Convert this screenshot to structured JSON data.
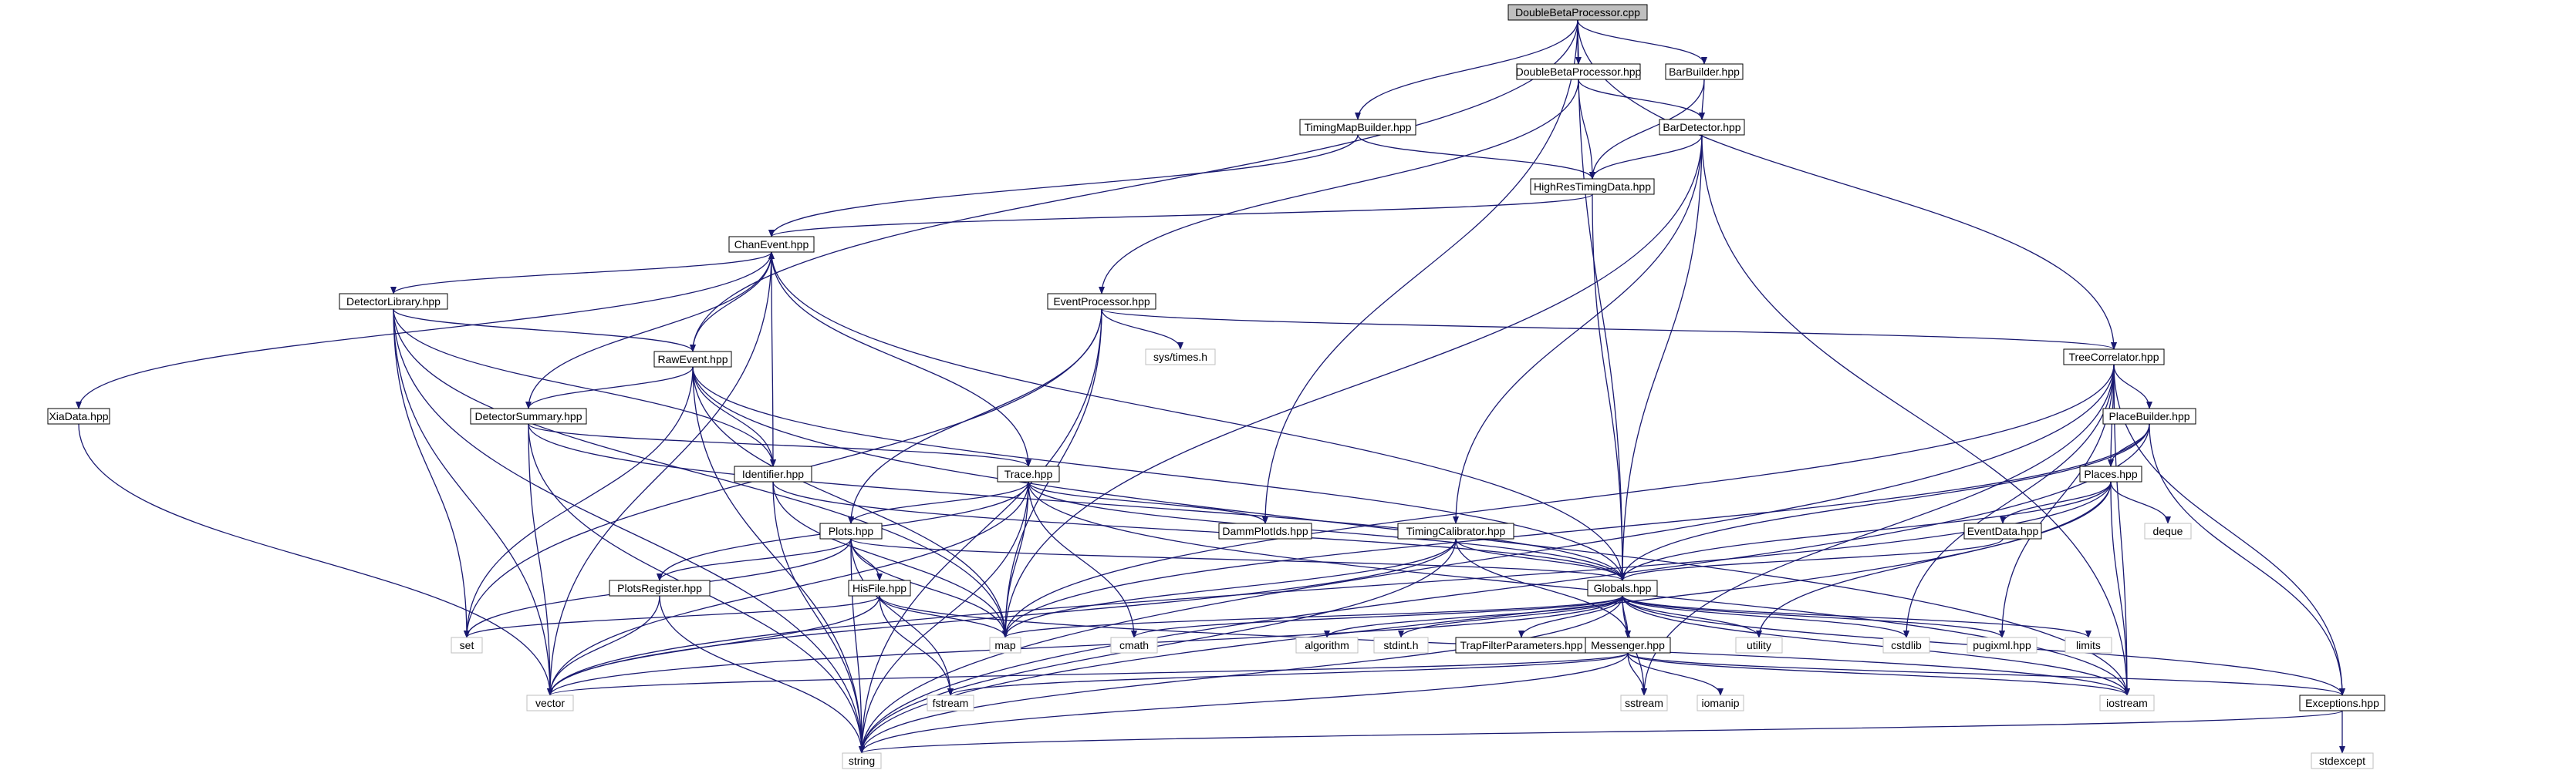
{
  "graph": {
    "root": "DoubleBetaProcessor.cpp",
    "colors": {
      "edge": "#191970",
      "node_border": "#000000",
      "ext_border": "#bfbfbf",
      "root_fill": "#bfbfbf",
      "text": "#000000",
      "ext_text": "#000000"
    },
    "nodes": [
      {
        "id": "root",
        "label": "DoubleBetaProcessor.cpp",
        "kind": "root"
      },
      {
        "id": "dbp_hpp",
        "label": "DoubleBetaProcessor.hpp",
        "kind": "file"
      },
      {
        "id": "barbuilder",
        "label": "BarBuilder.hpp",
        "kind": "file"
      },
      {
        "id": "timingmap",
        "label": "TimingMapBuilder.hpp",
        "kind": "file"
      },
      {
        "id": "bardetector",
        "label": "BarDetector.hpp",
        "kind": "file"
      },
      {
        "id": "hires",
        "label": "HighResTimingData.hpp",
        "kind": "file"
      },
      {
        "id": "chanevent",
        "label": "ChanEvent.hpp",
        "kind": "file"
      },
      {
        "id": "detlib",
        "label": "DetectorLibrary.hpp",
        "kind": "file"
      },
      {
        "id": "eventproc",
        "label": "EventProcessor.hpp",
        "kind": "file"
      },
      {
        "id": "systimes",
        "label": "sys/times.h",
        "kind": "ext"
      },
      {
        "id": "treecorr",
        "label": "TreeCorrelator.hpp",
        "kind": "file"
      },
      {
        "id": "rawevent",
        "label": "RawEvent.hpp",
        "kind": "file"
      },
      {
        "id": "xiadata",
        "label": "XiaData.hpp",
        "kind": "file"
      },
      {
        "id": "detsummary",
        "label": "DetectorSummary.hpp",
        "kind": "file"
      },
      {
        "id": "identifier",
        "label": "Identifier.hpp",
        "kind": "file"
      },
      {
        "id": "trace",
        "label": "Trace.hpp",
        "kind": "file"
      },
      {
        "id": "placebuilder",
        "label": "PlaceBuilder.hpp",
        "kind": "file"
      },
      {
        "id": "places",
        "label": "Places.hpp",
        "kind": "file"
      },
      {
        "id": "dammplotids",
        "label": "DammPlotIds.hpp",
        "kind": "file"
      },
      {
        "id": "plots",
        "label": "Plots.hpp",
        "kind": "file"
      },
      {
        "id": "timingcal",
        "label": "TimingCalibrator.hpp",
        "kind": "file"
      },
      {
        "id": "eventdata",
        "label": "EventData.hpp",
        "kind": "file"
      },
      {
        "id": "deque",
        "label": "deque",
        "kind": "ext"
      },
      {
        "id": "plotsreg",
        "label": "PlotsRegister.hpp",
        "kind": "file"
      },
      {
        "id": "hisfile",
        "label": "HisFile.hpp",
        "kind": "file"
      },
      {
        "id": "globals",
        "label": "Globals.hpp",
        "kind": "file"
      },
      {
        "id": "set",
        "label": "set",
        "kind": "ext"
      },
      {
        "id": "map",
        "label": "map",
        "kind": "ext"
      },
      {
        "id": "cmath",
        "label": "cmath",
        "kind": "ext"
      },
      {
        "id": "algorithm",
        "label": "algorithm",
        "kind": "ext"
      },
      {
        "id": "stdint",
        "label": "stdint.h",
        "kind": "ext"
      },
      {
        "id": "trapfilter",
        "label": "TrapFilterParameters.hpp",
        "kind": "file"
      },
      {
        "id": "utility",
        "label": "utility",
        "kind": "ext"
      },
      {
        "id": "cstdlib",
        "label": "cstdlib",
        "kind": "ext"
      },
      {
        "id": "pugixml",
        "label": "pugixml.hpp",
        "kind": "ext"
      },
      {
        "id": "limits",
        "label": "limits",
        "kind": "ext"
      },
      {
        "id": "messenger",
        "label": "Messenger.hpp",
        "kind": "file"
      },
      {
        "id": "vector",
        "label": "vector",
        "kind": "ext"
      },
      {
        "id": "fstream",
        "label": "fstream",
        "kind": "ext"
      },
      {
        "id": "sstream",
        "label": "sstream",
        "kind": "ext"
      },
      {
        "id": "iomanip",
        "label": "iomanip",
        "kind": "ext"
      },
      {
        "id": "iostream",
        "label": "iostream",
        "kind": "ext"
      },
      {
        "id": "exceptions",
        "label": "Exceptions.hpp",
        "kind": "file"
      },
      {
        "id": "string",
        "label": "string",
        "kind": "ext"
      },
      {
        "id": "stdexcept",
        "label": "stdexcept",
        "kind": "ext"
      }
    ],
    "edges": [
      [
        "root",
        "dbp_hpp"
      ],
      [
        "root",
        "barbuilder"
      ],
      [
        "root",
        "timingmap"
      ],
      [
        "root",
        "rawevent"
      ],
      [
        "root",
        "treecorr"
      ],
      [
        "root",
        "globals"
      ],
      [
        "root",
        "dammplotids"
      ],
      [
        "dbp_hpp",
        "bardetector"
      ],
      [
        "dbp_hpp",
        "hires"
      ],
      [
        "dbp_hpp",
        "eventproc"
      ],
      [
        "barbuilder",
        "bardetector"
      ],
      [
        "barbuilder",
        "hires"
      ],
      [
        "timingmap",
        "hires"
      ],
      [
        "timingmap",
        "chanevent"
      ],
      [
        "bardetector",
        "hires"
      ],
      [
        "bardetector",
        "globals"
      ],
      [
        "bardetector",
        "map"
      ],
      [
        "bardetector",
        "timingcal"
      ],
      [
        "bardetector",
        "iostream"
      ],
      [
        "hires",
        "chanevent"
      ],
      [
        "hires",
        "globals"
      ],
      [
        "chanevent",
        "detlib"
      ],
      [
        "chanevent",
        "xiadata"
      ],
      [
        "chanevent",
        "identifier"
      ],
      [
        "chanevent",
        "trace"
      ],
      [
        "chanevent",
        "vector"
      ],
      [
        "chanevent",
        "globals"
      ],
      [
        "detlib",
        "rawevent"
      ],
      [
        "detlib",
        "identifier"
      ],
      [
        "detlib",
        "set"
      ],
      [
        "detlib",
        "map"
      ],
      [
        "detlib",
        "string"
      ],
      [
        "detlib",
        "vector"
      ],
      [
        "eventproc",
        "systimes"
      ],
      [
        "eventproc",
        "treecorr"
      ],
      [
        "eventproc",
        "plots"
      ],
      [
        "eventproc",
        "map"
      ],
      [
        "eventproc",
        "set"
      ],
      [
        "eventproc",
        "string"
      ],
      [
        "treecorr",
        "placebuilder"
      ],
      [
        "treecorr",
        "places"
      ],
      [
        "treecorr",
        "map"
      ],
      [
        "treecorr",
        "cstdlib"
      ],
      [
        "treecorr",
        "iostream"
      ],
      [
        "treecorr",
        "exceptions"
      ],
      [
        "treecorr",
        "string"
      ],
      [
        "treecorr",
        "sstream"
      ],
      [
        "treecorr",
        "pugixml"
      ],
      [
        "rawevent",
        "chanevent"
      ],
      [
        "rawevent",
        "detsummary"
      ],
      [
        "rawevent",
        "identifier"
      ],
      [
        "rawevent",
        "globals"
      ],
      [
        "rawevent",
        "set"
      ],
      [
        "rawevent",
        "string"
      ],
      [
        "rawevent",
        "map"
      ],
      [
        "rawevent",
        "iostream"
      ],
      [
        "xiadata",
        "vector"
      ],
      [
        "detsummary",
        "chanevent"
      ],
      [
        "detsummary",
        "trace"
      ],
      [
        "detsummary",
        "globals"
      ],
      [
        "detsummary",
        "string"
      ],
      [
        "detsummary",
        "vector"
      ],
      [
        "identifier",
        "map"
      ],
      [
        "identifier",
        "string"
      ],
      [
        "identifier",
        "globals"
      ],
      [
        "trace",
        "plots"
      ],
      [
        "trace",
        "dammplotids"
      ],
      [
        "trace",
        "globals"
      ],
      [
        "trace",
        "map"
      ],
      [
        "trace",
        "string"
      ],
      [
        "trace",
        "vector"
      ],
      [
        "trace",
        "cmath"
      ],
      [
        "trace",
        "iostream"
      ],
      [
        "trace",
        "plotsreg"
      ],
      [
        "placebuilder",
        "places"
      ],
      [
        "placebuilder",
        "globals"
      ],
      [
        "placebuilder",
        "exceptions"
      ],
      [
        "placebuilder",
        "string"
      ],
      [
        "placebuilder",
        "map"
      ],
      [
        "places",
        "eventdata"
      ],
      [
        "places",
        "deque"
      ],
      [
        "places",
        "globals"
      ],
      [
        "places",
        "iostream"
      ],
      [
        "places",
        "utility"
      ],
      [
        "places",
        "string"
      ],
      [
        "places",
        "vector"
      ],
      [
        "plots",
        "plotsreg"
      ],
      [
        "plots",
        "hisfile"
      ],
      [
        "plots",
        "map"
      ],
      [
        "plots",
        "set"
      ],
      [
        "plots",
        "string"
      ],
      [
        "plots",
        "globals"
      ],
      [
        "plots",
        "fstream"
      ],
      [
        "timingcal",
        "globals"
      ],
      [
        "timingcal",
        "messenger"
      ],
      [
        "timingcal",
        "map"
      ],
      [
        "timingcal",
        "vector"
      ],
      [
        "timingcal",
        "string"
      ],
      [
        "eventdata",
        "globals"
      ],
      [
        "plotsreg",
        "vector"
      ],
      [
        "plotsreg",
        "string"
      ],
      [
        "hisfile",
        "fstream"
      ],
      [
        "hisfile",
        "map"
      ],
      [
        "hisfile",
        "vector"
      ],
      [
        "hisfile",
        "set"
      ],
      [
        "hisfile",
        "iostream"
      ],
      [
        "globals",
        "map"
      ],
      [
        "globals",
        "cmath"
      ],
      [
        "globals",
        "algorithm"
      ],
      [
        "globals",
        "stdint"
      ],
      [
        "globals",
        "trapfilter"
      ],
      [
        "globals",
        "messenger"
      ],
      [
        "globals",
        "utility"
      ],
      [
        "globals",
        "cstdlib"
      ],
      [
        "globals",
        "pugixml"
      ],
      [
        "globals",
        "limits"
      ],
      [
        "globals",
        "vector"
      ],
      [
        "globals",
        "sstream"
      ],
      [
        "globals",
        "iostream"
      ],
      [
        "globals",
        "exceptions"
      ],
      [
        "globals",
        "string"
      ],
      [
        "messenger",
        "vector"
      ],
      [
        "messenger",
        "fstream"
      ],
      [
        "messenger",
        "sstream"
      ],
      [
        "messenger",
        "iomanip"
      ],
      [
        "messenger",
        "iostream"
      ],
      [
        "messenger",
        "exceptions"
      ],
      [
        "messenger",
        "string"
      ],
      [
        "exceptions",
        "string"
      ],
      [
        "exceptions",
        "stdexcept"
      ]
    ]
  }
}
